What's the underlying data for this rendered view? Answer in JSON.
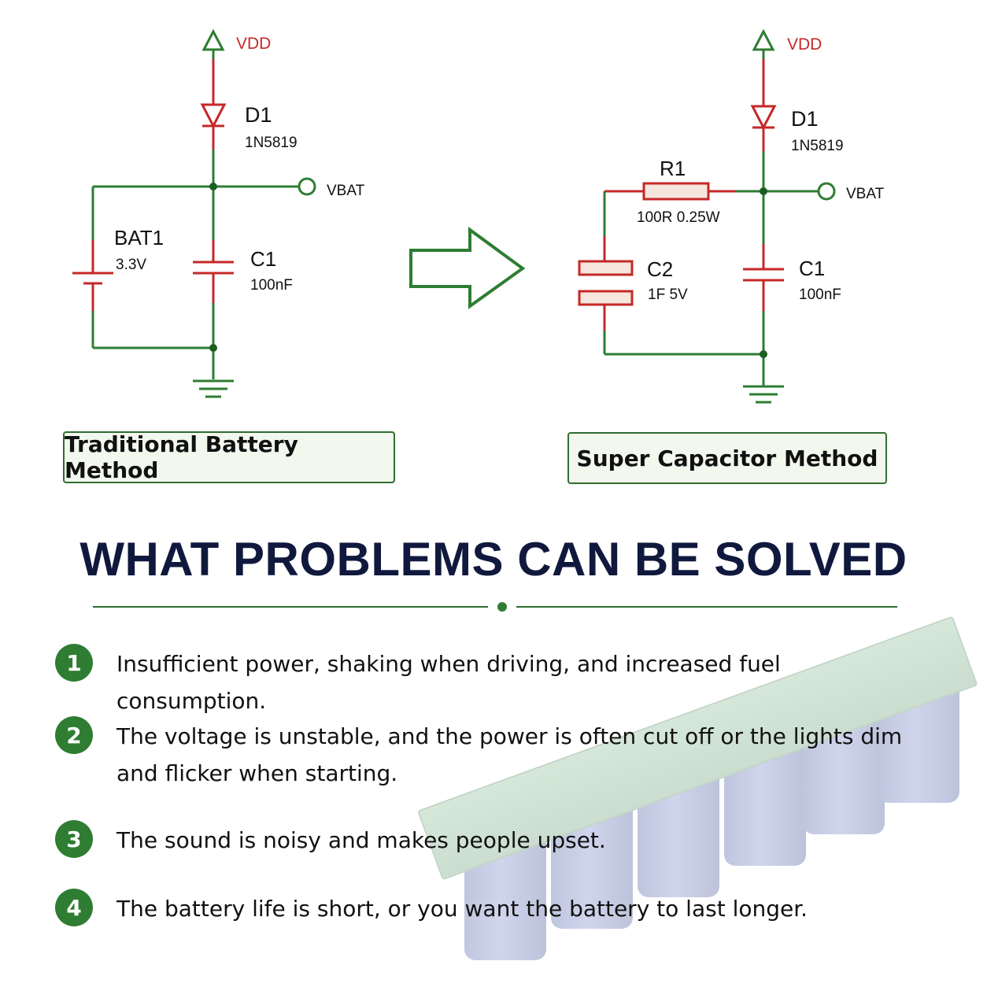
{
  "left_circuit": {
    "supply": "VDD",
    "diode_ref": "D1",
    "diode_part": "1N5819",
    "output": "VBAT",
    "battery_ref": "BAT1",
    "battery_value": "3.3V",
    "cap_ref": "C1",
    "cap_value": "100nF"
  },
  "right_circuit": {
    "supply": "VDD",
    "diode_ref": "D1",
    "diode_part": "1N5819",
    "resistor_ref": "R1",
    "resistor_value": "100R 0.25W",
    "output": "VBAT",
    "supercap_ref": "C2",
    "supercap_value": "1F 5V",
    "cap_ref": "C1",
    "cap_value": "100nF"
  },
  "methods": {
    "left": "Traditional Battery Method",
    "right": "Super Capacitor Method"
  },
  "heading": "WHAT PROBLEMS CAN BE SOLVED",
  "problems": [
    {
      "num": "1",
      "text": "Insufficient power, shaking when driving, and increased fuel consumption."
    },
    {
      "num": "2",
      "text": "The voltage is unstable, and the power is often cut off or the lights dim and flicker when starting."
    },
    {
      "num": "3",
      "text": "The sound is noisy and makes people upset."
    },
    {
      "num": "4",
      "text": "The battery life is short, or you want the battery to last longer."
    }
  ],
  "colors": {
    "wire_green": "#2e7d32",
    "wire_red": "#c62828",
    "heading_navy": "#10193d",
    "accent_green": "#2e7d32"
  }
}
